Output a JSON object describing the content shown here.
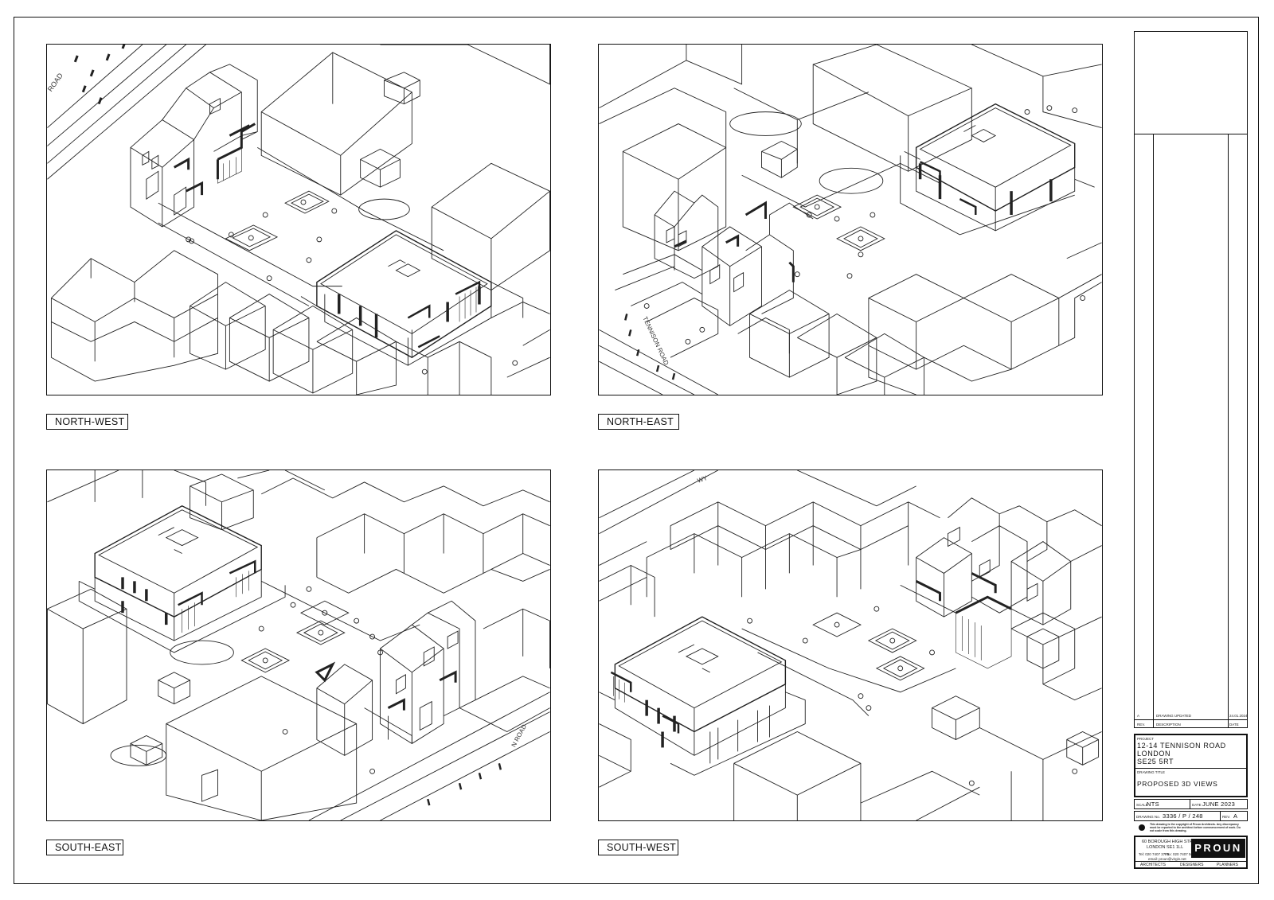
{
  "views": [
    {
      "label": "NORTH-WEST",
      "road_text": "ROAD"
    },
    {
      "label": "NORTH-EAST",
      "road_text": "TENNISON ROAD"
    },
    {
      "label": "SOUTH-EAST",
      "road_text": "N ROAD"
    },
    {
      "label": "SOUTH-WEST",
      "road_text": "WY"
    }
  ],
  "title_block": {
    "revision": {
      "rev": "A",
      "description": "DRAWING UPDATED",
      "date": "24.01.2024"
    },
    "revision_headers": {
      "rev": "REV.",
      "description": "DESCRIPTION",
      "date": "DATE"
    },
    "project_label": "PROJECT",
    "project_lines": [
      "12-14 TENNISON ROAD",
      "LONDON",
      "SE25 5RT"
    ],
    "drawing_title_label": "DRAWING TITLE",
    "drawing_title": "PROPOSED 3D VIEWS",
    "scale_label": "SCALE",
    "scale": "NTS",
    "date_label": "DATE",
    "date": "JUNE 2023",
    "drawing_no_label": "DRAWING No.",
    "drawing_no": "3336 / P / 248",
    "rev_label": "REV.",
    "rev": "A",
    "note": "This drawing is the copyright of Proun Architects. Any discrepancy must be reported to the architect before commencement of work. Do not scale from this drawing.",
    "address_lines": [
      "60 BOROUGH HIGH STREET",
      "LONDON SE1 1LL"
    ],
    "tel": "Tel: 020 7407 3775",
    "fax": "Fax: 020 7407 5664",
    "email": "email: proun@virgin.net",
    "logo": "PROUN",
    "disciplines": [
      "ARCHITECTS",
      "DESIGNERS",
      "PLANNERS"
    ]
  }
}
